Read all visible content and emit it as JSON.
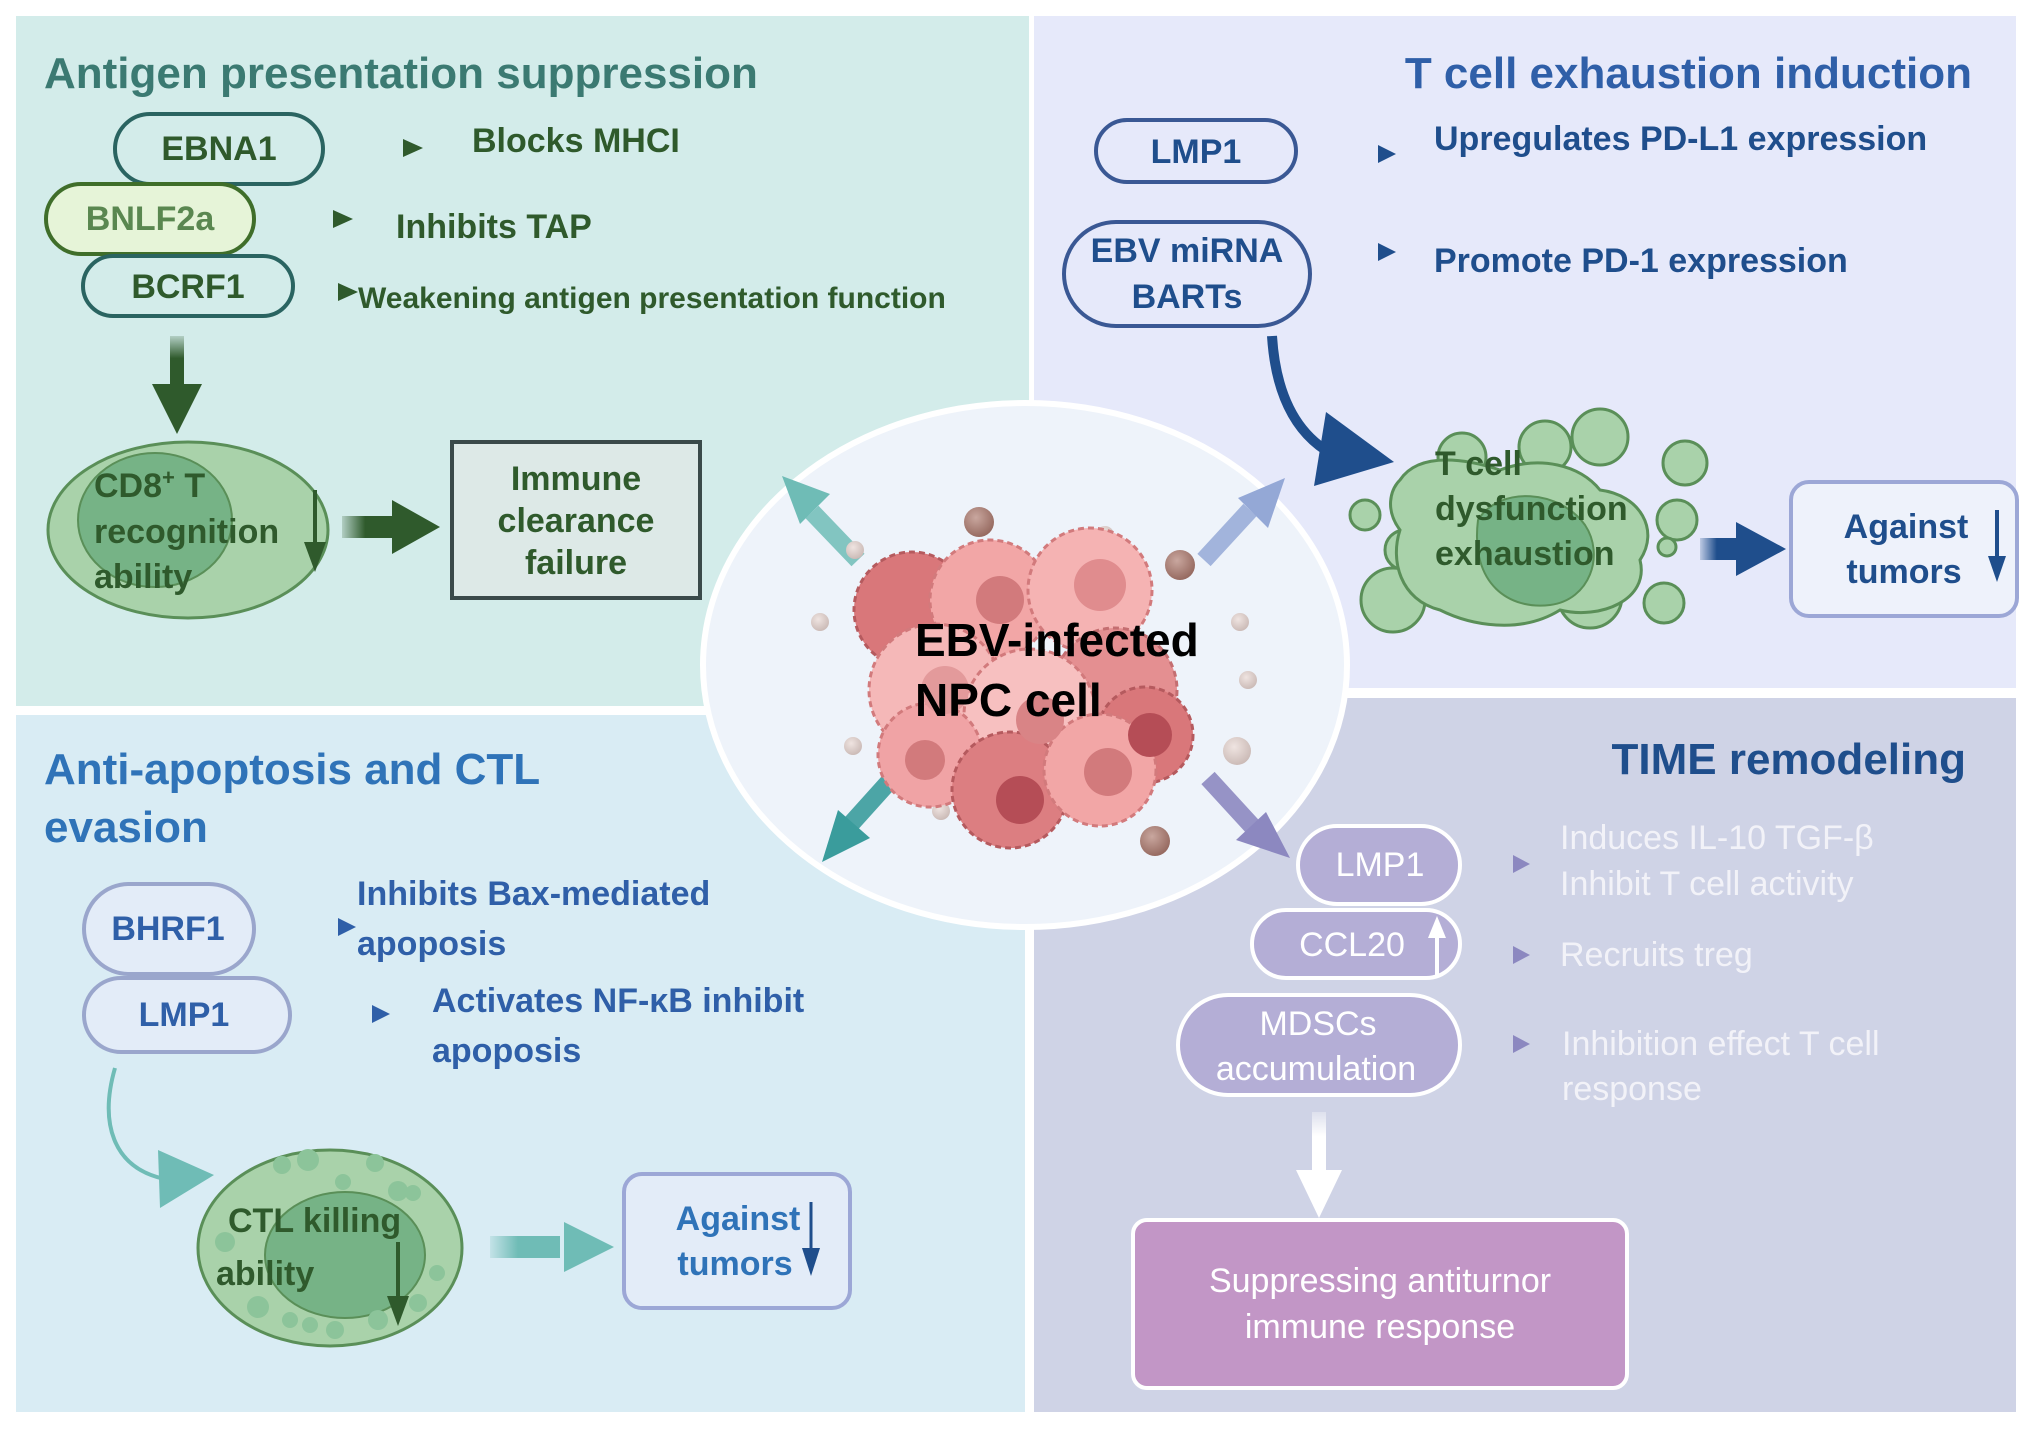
{
  "center": {
    "label_line1": "EBV-infected",
    "label_line2": "NPC cell"
  },
  "panels": {
    "antigen": {
      "title": "Antigen presentation suppression",
      "items": [
        {
          "protein": "EBNA1",
          "effect": "Blocks MHCI"
        },
        {
          "protein": "BNLF2a",
          "effect": "Inhibits TAP"
        },
        {
          "protein": "BCRF1",
          "effect": "Weakening antigen presentation function"
        }
      ],
      "cell_label": [
        "CD8",
        "+",
        " T",
        "recognition",
        "ability"
      ],
      "outcome": [
        "Immune",
        "clearance",
        "failure"
      ]
    },
    "exhaustion": {
      "title": "T cell exhaustion induction",
      "items": [
        {
          "protein": "LMP1",
          "effect": "Upregulates PD-L1 expression"
        },
        {
          "protein_lines": [
            "EBV miRNA",
            "BARTs"
          ],
          "effect": "Promote PD-1 expression"
        }
      ],
      "cell_label": [
        "T cell",
        "dysfunction",
        "exhaustion"
      ],
      "outcome": [
        "Against",
        "tumors"
      ]
    },
    "apoptosis": {
      "title_lines": [
        "Anti-apoptosis and CTL",
        "evasion"
      ],
      "items": [
        {
          "protein": "BHRF1",
          "effect_lines": [
            "Inhibits Bax-mediated",
            "apoposis"
          ]
        },
        {
          "protein": "LMP1",
          "effect_lines": [
            "Activates NF-κB inhibit",
            "apoposis"
          ]
        }
      ],
      "cell_label": [
        "CTL killing",
        "ability"
      ],
      "outcome": [
        "Against",
        "tumors"
      ]
    },
    "time": {
      "title": "TIME remodeling",
      "items": [
        {
          "protein": "LMP1",
          "effect_lines": [
            "Induces IL-10 TGF-β",
            "Inhibit T cell activity"
          ]
        },
        {
          "protein": "CCL20",
          "effect_lines": [
            "Recruits treg"
          ]
        },
        {
          "protein_lines": [
            "MDSCs",
            "accumulation"
          ],
          "effect_lines": [
            "Inhibition effect T cell",
            "response"
          ]
        }
      ],
      "outcome": [
        "Suppressing antiturnor",
        "immune response"
      ]
    }
  },
  "icons": {
    "decrease": "down-arrow",
    "increase": "up-arrow"
  },
  "colors": {
    "antigen_bg": "#d3ecea",
    "exhaustion_bg": "#e6e9fa",
    "apoptosis_bg": "#d9ecf4",
    "time_bg": "#cfd3e6",
    "dark_green": "#2f5a2c",
    "teal_title": "#3b7a72",
    "navy": "#1f4e8c",
    "blue_title": "#2f73b8",
    "lavender": "#b4aed6",
    "purple_box": "#c296c6"
  }
}
